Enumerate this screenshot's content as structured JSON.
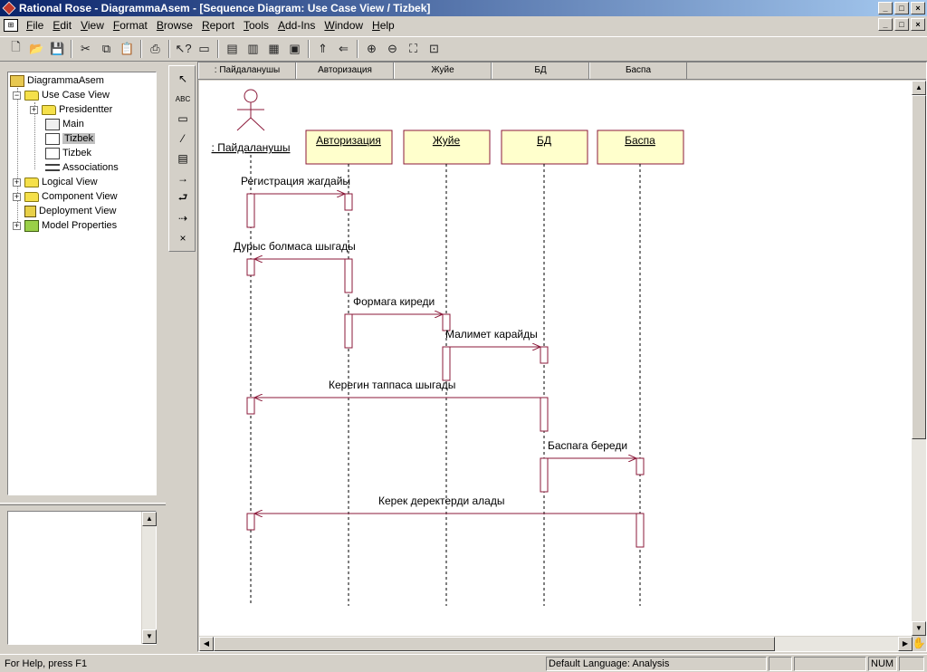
{
  "window": {
    "title": "Rational Rose - DiagrammaAsem - [Sequence Diagram: Use Case View / Tizbek]",
    "minimize": "_",
    "maximize": "□",
    "close": "×"
  },
  "menu": {
    "items": [
      "File",
      "Edit",
      "View",
      "Format",
      "Browse",
      "Report",
      "Tools",
      "Add-Ins",
      "Window",
      "Help"
    ]
  },
  "toolbar": {
    "icons": [
      "new-icon",
      "open-icon",
      "save-icon",
      "cut-icon",
      "copy-icon",
      "paste-icon",
      "print-icon",
      "help-pointer-icon",
      "view-doc-icon",
      "class-diagram-icon",
      "interaction-diagram-icon",
      "component-diagram-icon",
      "deployment-diagram-icon",
      "browse-parent-icon",
      "browse-previous-icon",
      "zoom-in-icon",
      "zoom-out-icon",
      "fit-in-window-icon",
      "undo-fit-icon"
    ]
  },
  "browser": {
    "items": [
      {
        "label": "DiagrammaAsem",
        "icon": "model-icon",
        "level": 0,
        "expander": ""
      },
      {
        "label": "Use Case View",
        "icon": "folder-icon",
        "level": 1,
        "expander": "−"
      },
      {
        "label": "Presidentter",
        "icon": "folder-icon",
        "level": 2,
        "expander": "+"
      },
      {
        "label": "Main",
        "icon": "use-case-diagram-icon",
        "level": 2,
        "expander": ""
      },
      {
        "label": "Tizbek",
        "icon": "sequence-diagram-icon",
        "level": 2,
        "expander": "",
        "selected": true
      },
      {
        "label": "Tizbek",
        "icon": "collaboration-diagram-icon",
        "level": 2,
        "expander": ""
      },
      {
        "label": "Associations",
        "icon": "associations-icon",
        "level": 2,
        "expander": ""
      },
      {
        "label": "Logical View",
        "icon": "folder-icon",
        "level": 1,
        "expander": "+"
      },
      {
        "label": "Component View",
        "icon": "folder-icon",
        "level": 1,
        "expander": "+"
      },
      {
        "label": "Deployment View",
        "icon": "deployment-icon",
        "level": 1,
        "expander": ""
      },
      {
        "label": "Model Properties",
        "icon": "properties-icon",
        "level": 1,
        "expander": "+"
      }
    ]
  },
  "toolbox": {
    "tools": [
      {
        "name": "selection-tool",
        "glyph": "↖"
      },
      {
        "name": "text-tool",
        "glyph": "ABC"
      },
      {
        "name": "note-tool",
        "glyph": "▭"
      },
      {
        "name": "anchor-note-tool",
        "glyph": "⁄"
      },
      {
        "name": "object-tool",
        "glyph": "▤"
      },
      {
        "name": "message-tool",
        "glyph": "→"
      },
      {
        "name": "message-to-self-tool",
        "glyph": "⮐"
      },
      {
        "name": "return-message-tool",
        "glyph": "⇢"
      },
      {
        "name": "destruction-marker-tool",
        "glyph": "×"
      }
    ]
  },
  "diagram": {
    "header": [
      ": Пайдаланушы",
      "Авторизация",
      "Жуйе",
      "БД",
      "Баспа"
    ],
    "actor": {
      "label": ": Пайдаланушы"
    },
    "objects": [
      "Авторизация",
      "Жуйе",
      "БД",
      "Баспа"
    ],
    "messages": [
      {
        "label": "Регистрация жагдайы",
        "from": 0,
        "to": 1
      },
      {
        "label": "Дурыс болмаса шыгады",
        "from": 1,
        "to": 0
      },
      {
        "label": "Формага киреди",
        "from": 1,
        "to": 2
      },
      {
        "label": "Малимет карайды",
        "from": 2,
        "to": 3
      },
      {
        "label": "Керегин таппаса шыгады",
        "from": 3,
        "to": 0
      },
      {
        "label": "Баспага береди",
        "from": 3,
        "to": 4
      },
      {
        "label": "Керек деректерди алады",
        "from": 4,
        "to": 0
      }
    ],
    "accent_color": "#8b1a3a",
    "object_fill": "#ffffcc"
  },
  "status": {
    "help": "For Help, press F1",
    "language": "Default Language: Analysis",
    "num": "NUM"
  }
}
